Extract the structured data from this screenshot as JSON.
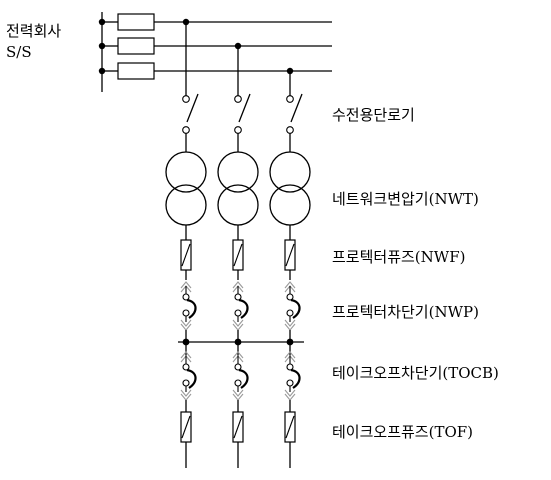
{
  "source_label": {
    "line1": "전력회사",
    "line2": "S/S"
  },
  "component_labels": [
    {
      "id": "disconnector",
      "text": "수전용단로기"
    },
    {
      "id": "transformer",
      "text": "네트워크변압기(NWT)"
    },
    {
      "id": "fuse",
      "text": "프로텍터퓨즈(NWF)"
    },
    {
      "id": "protector-breaker",
      "text": "프로텍터차단기(NWP)"
    },
    {
      "id": "takeoff-breaker",
      "text": "테이크오프차단기(TOCB)"
    },
    {
      "id": "takeoff-fuse",
      "text": "테이크오프퓨즈(TOF)"
    }
  ],
  "feeder_count": 3
}
